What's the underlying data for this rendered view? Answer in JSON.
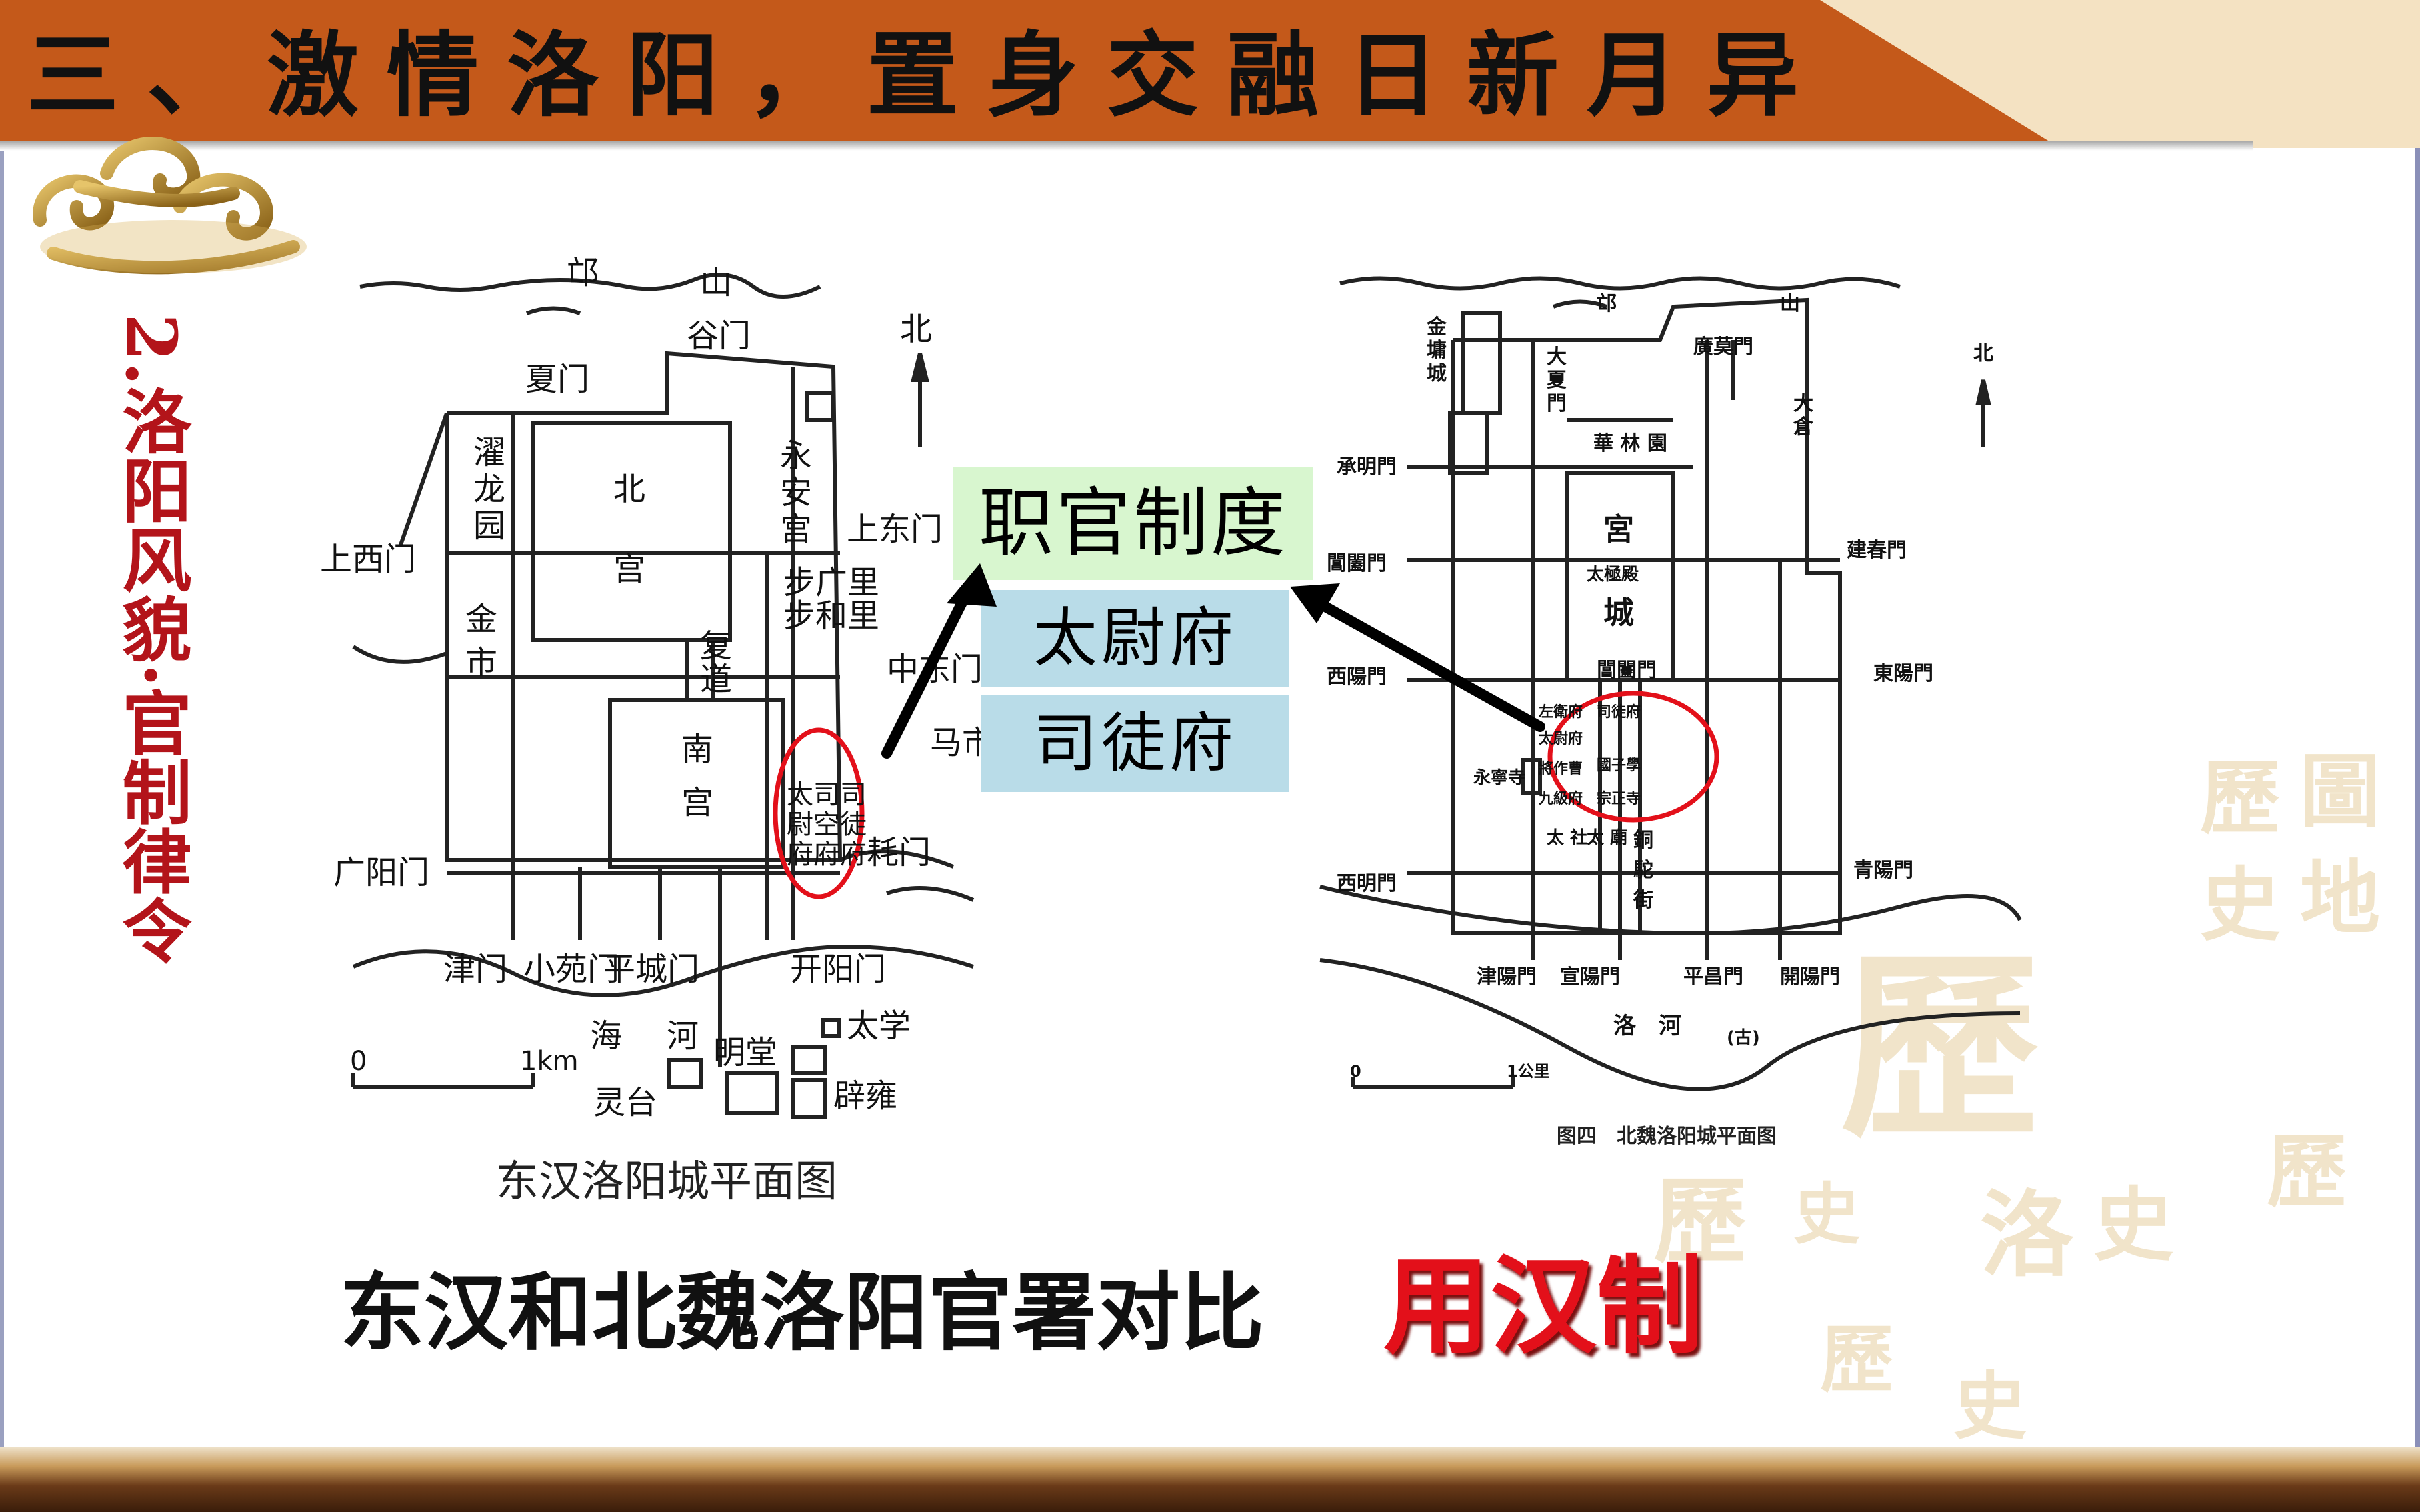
{
  "header": {
    "title": "三、激情洛阳，置身交融日新月异",
    "bar_color": "#c4591a"
  },
  "subtitle": {
    "text": "2.洛阳风貌·官制律令",
    "color": "#b3141a"
  },
  "left_map": {
    "caption": "东汉洛阳城平面图",
    "labels": {
      "mang": "邙",
      "shan": "山",
      "gu_gate": "谷门",
      "north": "北",
      "xia_gate": "夏门",
      "zhuolong": [
        "濯",
        "龙",
        "园"
      ],
      "north_palace": [
        "北",
        "宫"
      ],
      "yongan": [
        "永",
        "安",
        "宫"
      ],
      "shangdong_gate": "上东门",
      "shangxi_gate": "上西门",
      "buguang": "步广里",
      "buhe": "步和里",
      "jinshi": [
        "金",
        "市"
      ],
      "fudao": [
        "复",
        "道"
      ],
      "zhongdong_gate": "中东门",
      "south_palace": [
        "南",
        "宫"
      ],
      "mashi": "马市",
      "sankong": "太司司",
      "sankong2": "尉空徒",
      "sankong3": "府府府",
      "haodong_gate": "耗门",
      "guangyang_gate": "广阳门",
      "jin_gate": "津门",
      "xiaoyuan_gate": "小苑门",
      "pingcheng_gate": "平城门",
      "kaiyang_gate": "开阳门",
      "hai": "海",
      "he": "河",
      "mingtang": "明堂",
      "taixue": "太学",
      "biyong": "辟雍",
      "lingtai": "灵台",
      "scale_zero": "0",
      "scale_km": "1km"
    }
  },
  "right_map": {
    "caption": "图四　北魏洛阳城平面图",
    "labels": {
      "mang": "邙",
      "shan": "山",
      "jinyong": [
        "金",
        "墉",
        "城"
      ],
      "daxia_gate": [
        "大",
        "夏",
        "門"
      ],
      "guangmo_gate": "廣莫門",
      "north": "北",
      "dacang": [
        "大",
        "倉"
      ],
      "hualin": "華 林 園",
      "chengming_gate": "承明門",
      "changhe_gate": "閶闔門",
      "palace_city": [
        "宮",
        "城"
      ],
      "taiji": "太極殿",
      "jianchun_gate": "建春門",
      "changhe_gate2": "閶闔門",
      "xiyang_gate": "西陽門",
      "dongyang_gate": "東陽門",
      "yongning": "永寧寺",
      "ximing_gate": "西明門",
      "qingyang_gate": "青陽門",
      "jinyang_gate": "津陽門",
      "xuanyang_gate": "宣陽門",
      "pingchang_gate": "平昌門",
      "kaiyang_gate": "開陽門",
      "luo_river": "洛　河",
      "gu": "(古)",
      "tongtuo": [
        "銅",
        "駝",
        "街"
      ],
      "taishe": "太 社",
      "taimiao": "太 廟",
      "offices": [
        "左衛府",
        "太尉府",
        "將作曹",
        "九級府",
        "司徒府",
        "國子學",
        "宗正寺"
      ],
      "scale_zero": "0",
      "scale_km": "1公里"
    }
  },
  "boxes": {
    "system": "职官制度",
    "taiwei": "太尉府",
    "situ": "司徒府",
    "green": "#d8f6cf",
    "blue": "#b9dce8"
  },
  "captions": {
    "comparison": "东汉和北魏洛阳官署对比",
    "highlight": "用汉制",
    "highlight_color": "#e3101a"
  },
  "watermark": {
    "chars": [
      "歷",
      "圖",
      "史",
      "地",
      "歷",
      "洛",
      "史",
      "歷",
      "史",
      "歷",
      "史",
      "歷"
    ]
  }
}
